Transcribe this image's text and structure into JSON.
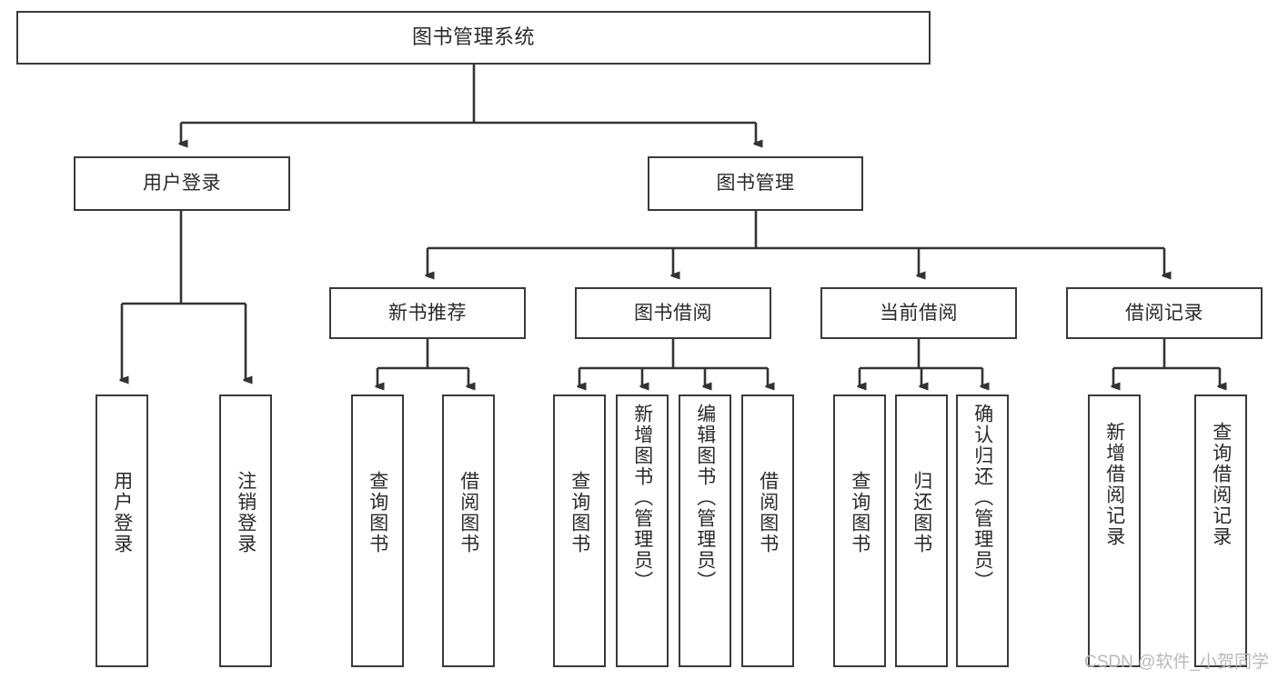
{
  "diagram": {
    "title": "图书管理系统",
    "watermark": "CSDN @软件_小贺同学",
    "colors": {
      "background": "#ffffff",
      "box_border": "#3a3a3a",
      "connector": "#333333",
      "text": "#2a2a2a",
      "watermark": "#b9b9b9"
    },
    "levels": {
      "root": {
        "label": "图书管理系统"
      },
      "level2": [
        {
          "label": "用户登录"
        },
        {
          "label": "图书管理"
        }
      ],
      "level3": [
        {
          "label": "新书推荐"
        },
        {
          "label": "图书借阅"
        },
        {
          "label": "当前借阅"
        },
        {
          "label": "借阅记录"
        }
      ],
      "leaves": {
        "user_login": [
          {
            "label": "用户登录"
          },
          {
            "label": "注销登录"
          }
        ],
        "new_book_recommend": [
          {
            "label": "查询图书"
          },
          {
            "label": "借阅图书"
          }
        ],
        "book_borrow": [
          {
            "label": "查询图书"
          },
          {
            "label": "新增图书（管理员）"
          },
          {
            "label": "编辑图书（管理员）"
          },
          {
            "label": "借阅图书"
          }
        ],
        "current_borrow": [
          {
            "label": "查询图书"
          },
          {
            "label": "归还图书"
          },
          {
            "label": "确认归还（管理员）"
          }
        ],
        "borrow_record": [
          {
            "label": "新增借阅记录"
          },
          {
            "label": "查询借阅记录"
          }
        ]
      }
    }
  }
}
